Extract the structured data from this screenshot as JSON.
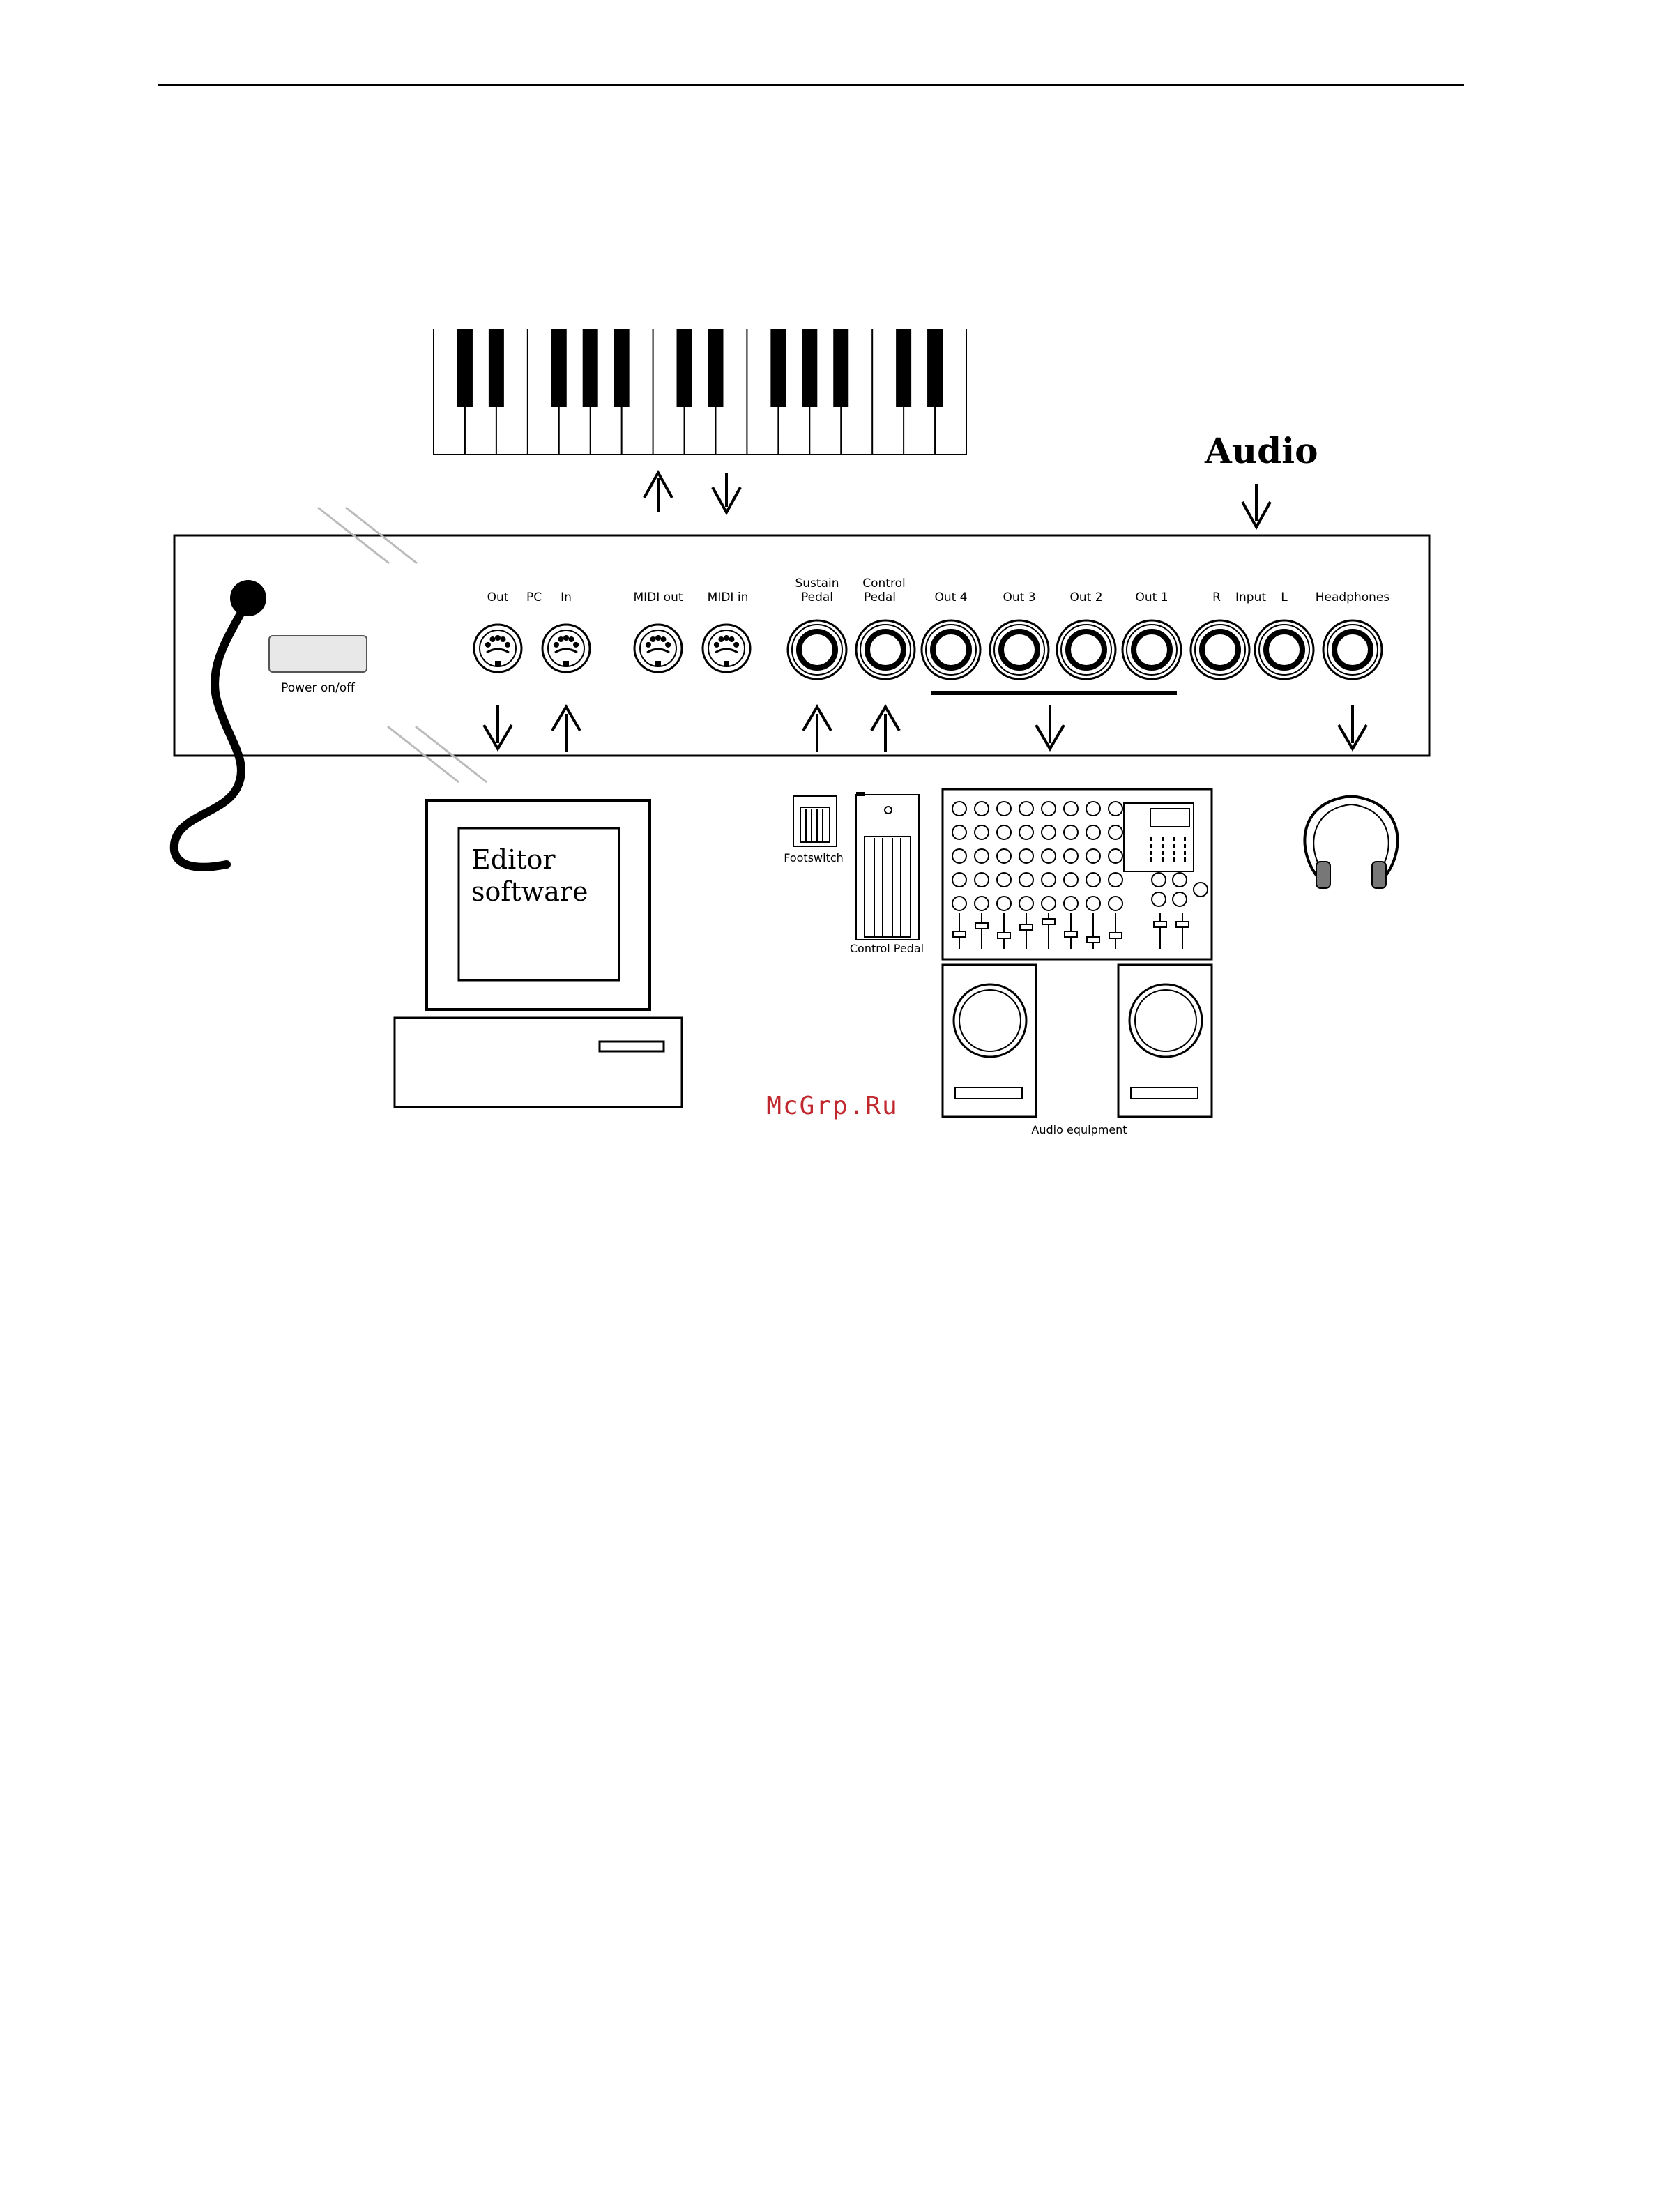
{
  "header": {
    "audio_title": "Audio"
  },
  "panel": {
    "power_label": "Power on/off",
    "pc": {
      "out_label": "Out",
      "pc_label": "PC",
      "in_label": "In"
    },
    "midi": {
      "out_label": "MIDI out",
      "in_label": "MIDI in"
    },
    "pedals": {
      "sustain_line1": "Sustain",
      "sustain_line2": "Pedal",
      "control_line1": "Control",
      "control_line2": "Pedal"
    },
    "outputs": [
      "Out 4",
      "Out 3",
      "Out 2",
      "Out 1"
    ],
    "input": {
      "r_label": "R",
      "input_label": "Input",
      "l_label": "L"
    },
    "headphones_label": "Headphones"
  },
  "devices": {
    "editor_line1": "Editor",
    "editor_line2": "software",
    "footswitch_label": "Footswitch",
    "control_pedal_label": "Control Pedal",
    "audio_equipment_label": "Audio equipment"
  },
  "watermark": "McGrp.Ru",
  "colors": {
    "ink": "#000000",
    "watermark": "#c0282d",
    "button_fill": "#e8e8e8"
  }
}
